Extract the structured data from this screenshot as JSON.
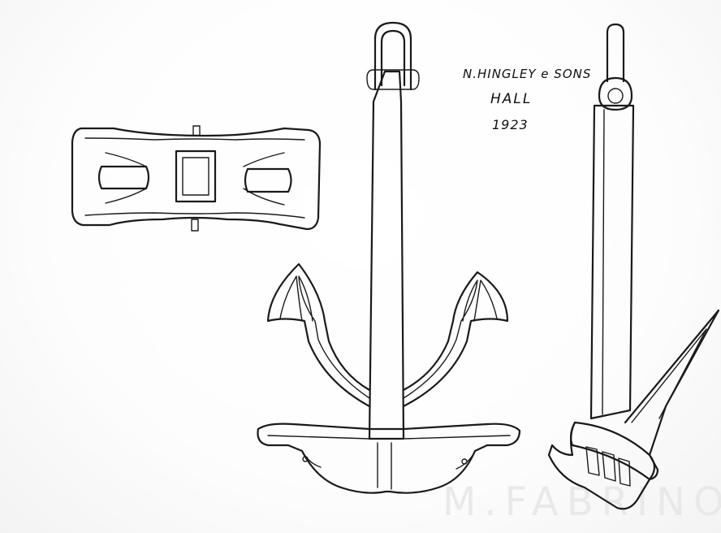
{
  "drawing": {
    "maker": "N.HINGLEY e SONS",
    "model": "HALL",
    "year": "1923",
    "watermark": "M.FABRINO"
  },
  "colors": {
    "ink": "#1a1a1a",
    "paper": "#ffffff",
    "watermark": "#e9e9e9"
  },
  "views": [
    {
      "name": "head-top-view"
    },
    {
      "name": "anchor-front-view"
    },
    {
      "name": "anchor-side-view"
    }
  ]
}
